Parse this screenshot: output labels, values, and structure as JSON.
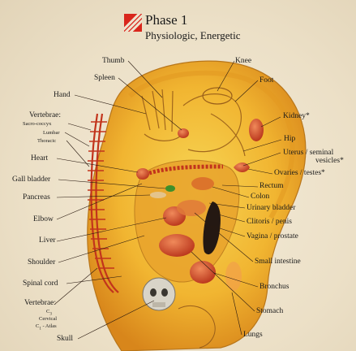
{
  "header": {
    "title": "Phase 1",
    "subtitle": "Physiologic, Energetic"
  },
  "labels_left": {
    "thumb": "Thumb",
    "spleen": "Spleen",
    "hand": "Hand",
    "vertebrae": "Vertebrae:",
    "sacro": "Sacro-coccyx",
    "lumbar": "Lumbar",
    "thoracic": "Thoracic",
    "heart": "Heart",
    "gall": "Gall bladder",
    "pancreas": "Pancreas",
    "elbow": "Elbow",
    "liver": "Liver",
    "shoulder": "Shoulder",
    "spinal": "Spinal cord",
    "vertebrae2": "Vertebrae:",
    "c3": "C",
    "c3sub": "3",
    "cervical": "Cervical",
    "c1": "C",
    "c1sub": "1",
    "atlas": "- Atlas",
    "skull": "Skull"
  },
  "labels_right": {
    "knee": "Knee",
    "foot": "Foot",
    "kidney": "Kidney*",
    "hip": "Hip",
    "uterus": "Uterus / seminal",
    "vesicles": "vesicles*",
    "ovaries": "Ovaries / testes*",
    "rectum": "Rectum",
    "colon": "Colon",
    "urinary": "Urinary bladder",
    "clitoris": "Clitoris / penis",
    "vagina": "Vagina / prostate",
    "small": "Small intestine",
    "bronchus": "Bronchus",
    "stomach": "Stomach",
    "lungs": "Lungs"
  },
  "colors": {
    "logo": "#d9261c",
    "ear": "#f4c43a",
    "ear_shadow": "#d98a1c",
    "spine": "#c2341c",
    "organ": "#c8421e",
    "gall": "#3f8f2a"
  }
}
